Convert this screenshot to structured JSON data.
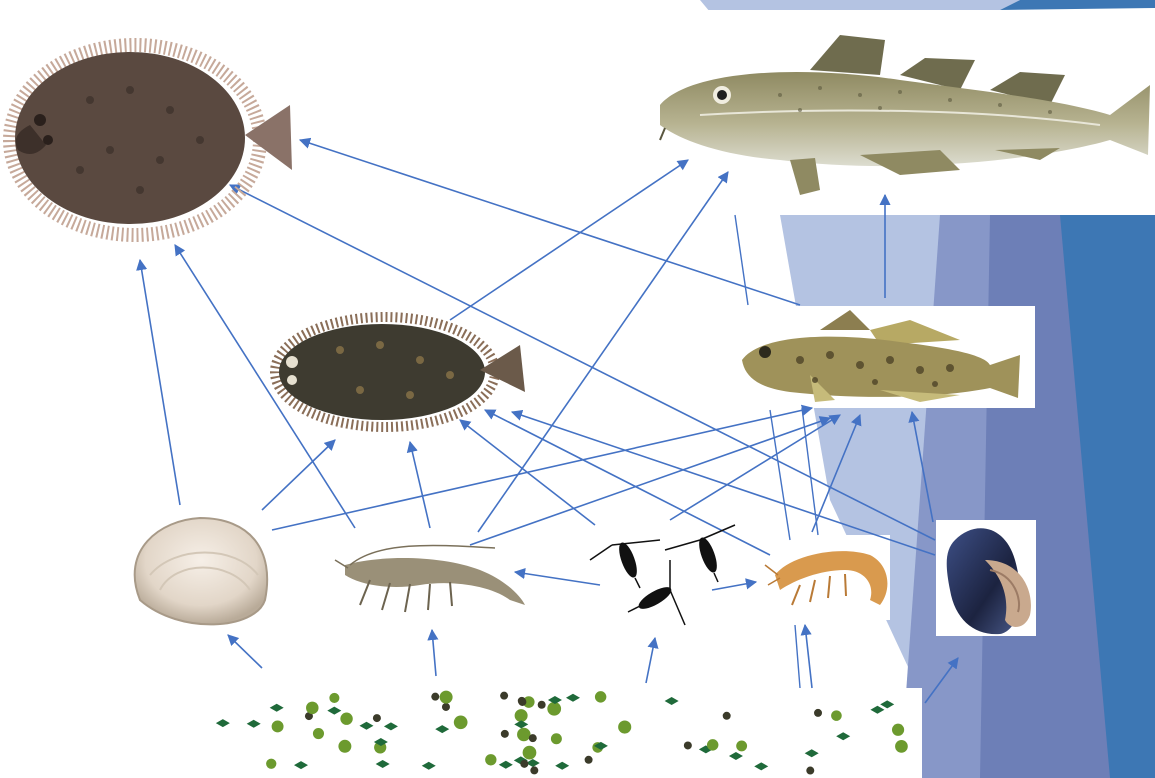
{
  "colors": {
    "arrow": "#4472c4",
    "background": "#ffffff",
    "band_light": "#b4c3e2",
    "band_mid": "#8797c8",
    "band_dark": "#6d7fb7",
    "band_blue": "#3d77b4"
  },
  "organisms": [
    {
      "id": "turbot",
      "icon": "large-flatfish-icon"
    },
    {
      "id": "cod",
      "icon": "cod-icon"
    },
    {
      "id": "flounder",
      "icon": "flounder-icon"
    },
    {
      "id": "goby",
      "icon": "goby-icon"
    },
    {
      "id": "clam",
      "icon": "clam-icon"
    },
    {
      "id": "shrimp",
      "icon": "shrimp-icon"
    },
    {
      "id": "copepods",
      "icon": "copepod-icon"
    },
    {
      "id": "amphipod",
      "icon": "amphipod-icon"
    },
    {
      "id": "mussel",
      "icon": "mussel-icon"
    },
    {
      "id": "phytoplankton",
      "icon": "phytoplankton-icon"
    }
  ],
  "links": [
    {
      "from": "clam",
      "to": "turbot"
    },
    {
      "from": "shrimp",
      "to": "turbot"
    },
    {
      "from": "mussel",
      "to": "turbot"
    },
    {
      "from": "goby",
      "to": "turbot"
    },
    {
      "from": "flounder",
      "to": "cod"
    },
    {
      "from": "shrimp",
      "to": "cod"
    },
    {
      "from": "goby",
      "to": "cod"
    },
    {
      "from": "clam",
      "to": "flounder"
    },
    {
      "from": "shrimp",
      "to": "flounder"
    },
    {
      "from": "copepods",
      "to": "flounder"
    },
    {
      "from": "amphipod",
      "to": "flounder"
    },
    {
      "from": "mussel",
      "to": "flounder"
    },
    {
      "from": "clam",
      "to": "goby"
    },
    {
      "from": "shrimp",
      "to": "goby"
    },
    {
      "from": "copepods",
      "to": "goby"
    },
    {
      "from": "amphipod",
      "to": "goby"
    },
    {
      "from": "mussel",
      "to": "goby"
    },
    {
      "from": "copepods",
      "to": "shrimp"
    },
    {
      "from": "copepods",
      "to": "amphipod"
    },
    {
      "from": "phytoplankton",
      "to": "clam"
    },
    {
      "from": "phytoplankton",
      "to": "shrimp"
    },
    {
      "from": "phytoplankton",
      "to": "copepods"
    },
    {
      "from": "phytoplankton",
      "to": "amphipod"
    },
    {
      "from": "phytoplankton",
      "to": "mussel"
    }
  ]
}
